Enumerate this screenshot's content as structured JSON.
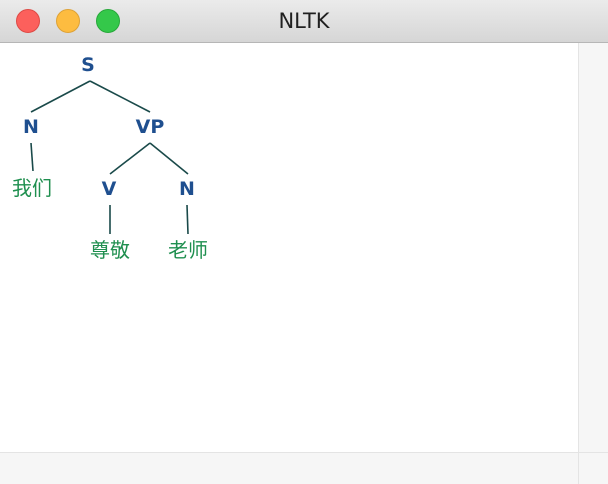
{
  "window": {
    "title": "NLTK"
  },
  "tree": {
    "root": "S",
    "children": [
      {
        "label": "N",
        "leaf": "我们"
      },
      {
        "label": "VP",
        "children": [
          {
            "label": "V",
            "leaf": "尊敬"
          },
          {
            "label": "N",
            "leaf": "老师"
          }
        ]
      }
    ]
  },
  "colors": {
    "node": "#1f4f8f",
    "leaf": "#1f8f4f",
    "edge": "#1a4a4a"
  }
}
